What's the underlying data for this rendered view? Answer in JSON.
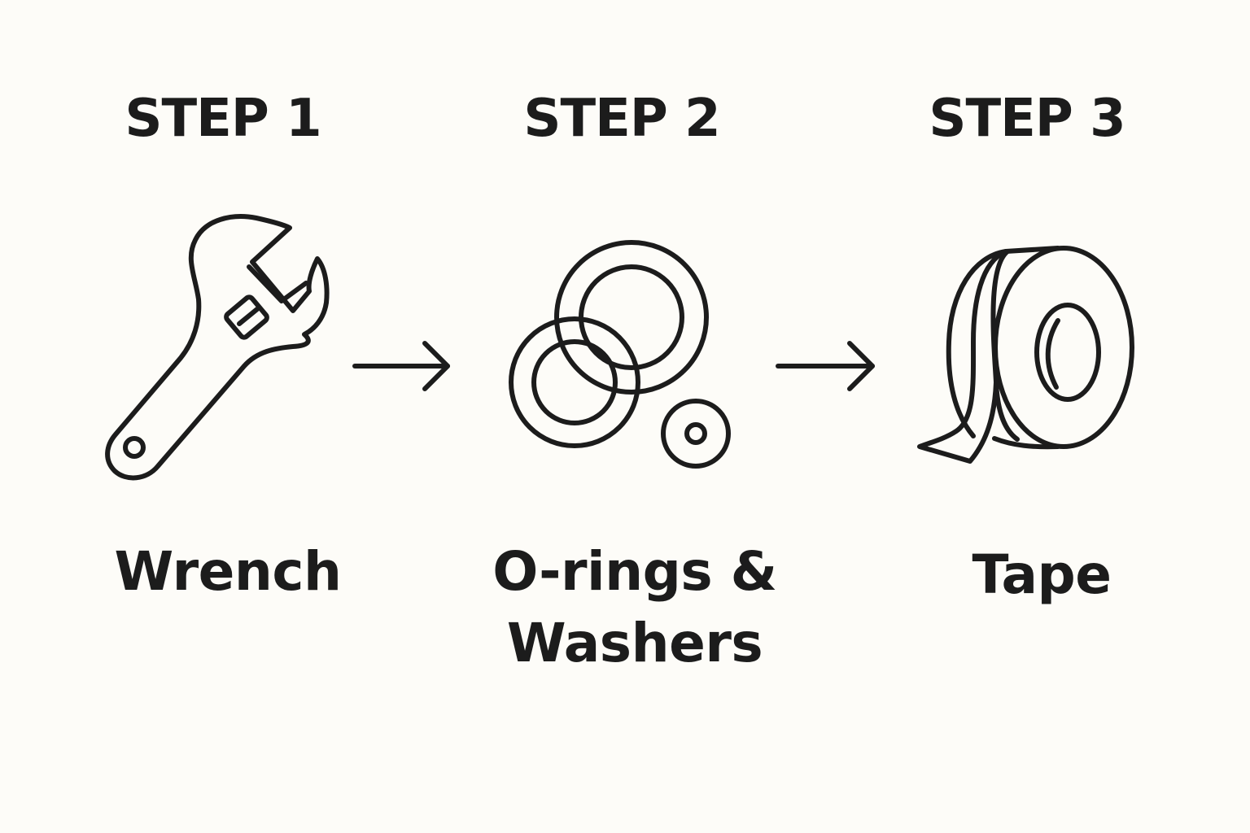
{
  "steps": [
    {
      "title": "STEP 1",
      "label": "Wrench",
      "icon": "wrench-icon"
    },
    {
      "title": "STEP 2",
      "label_line1": "O-rings &",
      "label_line2": "Washers",
      "icon": "o-rings-washers-icon"
    },
    {
      "title": "STEP 3",
      "label": "Tape",
      "icon": "tape-roll-icon"
    }
  ],
  "connectors": [
    {
      "from": 1,
      "to": 2,
      "icon": "arrow-right-icon"
    },
    {
      "from": 2,
      "to": 3,
      "icon": "arrow-right-icon"
    }
  ],
  "colors": {
    "background": "#fdfcf8",
    "ink": "#1c1c1c"
  }
}
